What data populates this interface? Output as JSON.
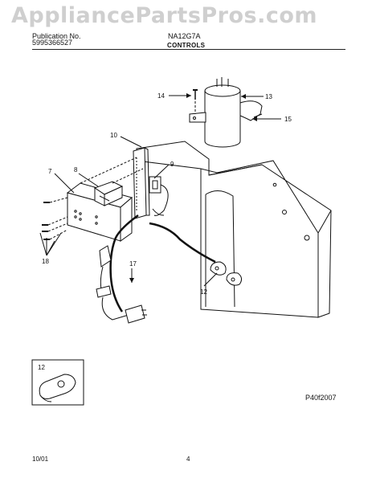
{
  "watermark": "AppliancePartsPros.com",
  "header": {
    "publication_label": "Publication No.",
    "publication_number": "5995366527",
    "model_number": "NA12G7A",
    "section_title": "CONTROLS"
  },
  "callouts": {
    "c7": "7",
    "c8": "8",
    "c9": "9",
    "c10": "10",
    "c12": "12",
    "c12_inset": "12",
    "c13": "13",
    "c14": "14",
    "c15": "15",
    "c17": "17",
    "c18": "18"
  },
  "diagram_code": "P40f2007",
  "footer": {
    "date": "10/01",
    "page": "4"
  }
}
